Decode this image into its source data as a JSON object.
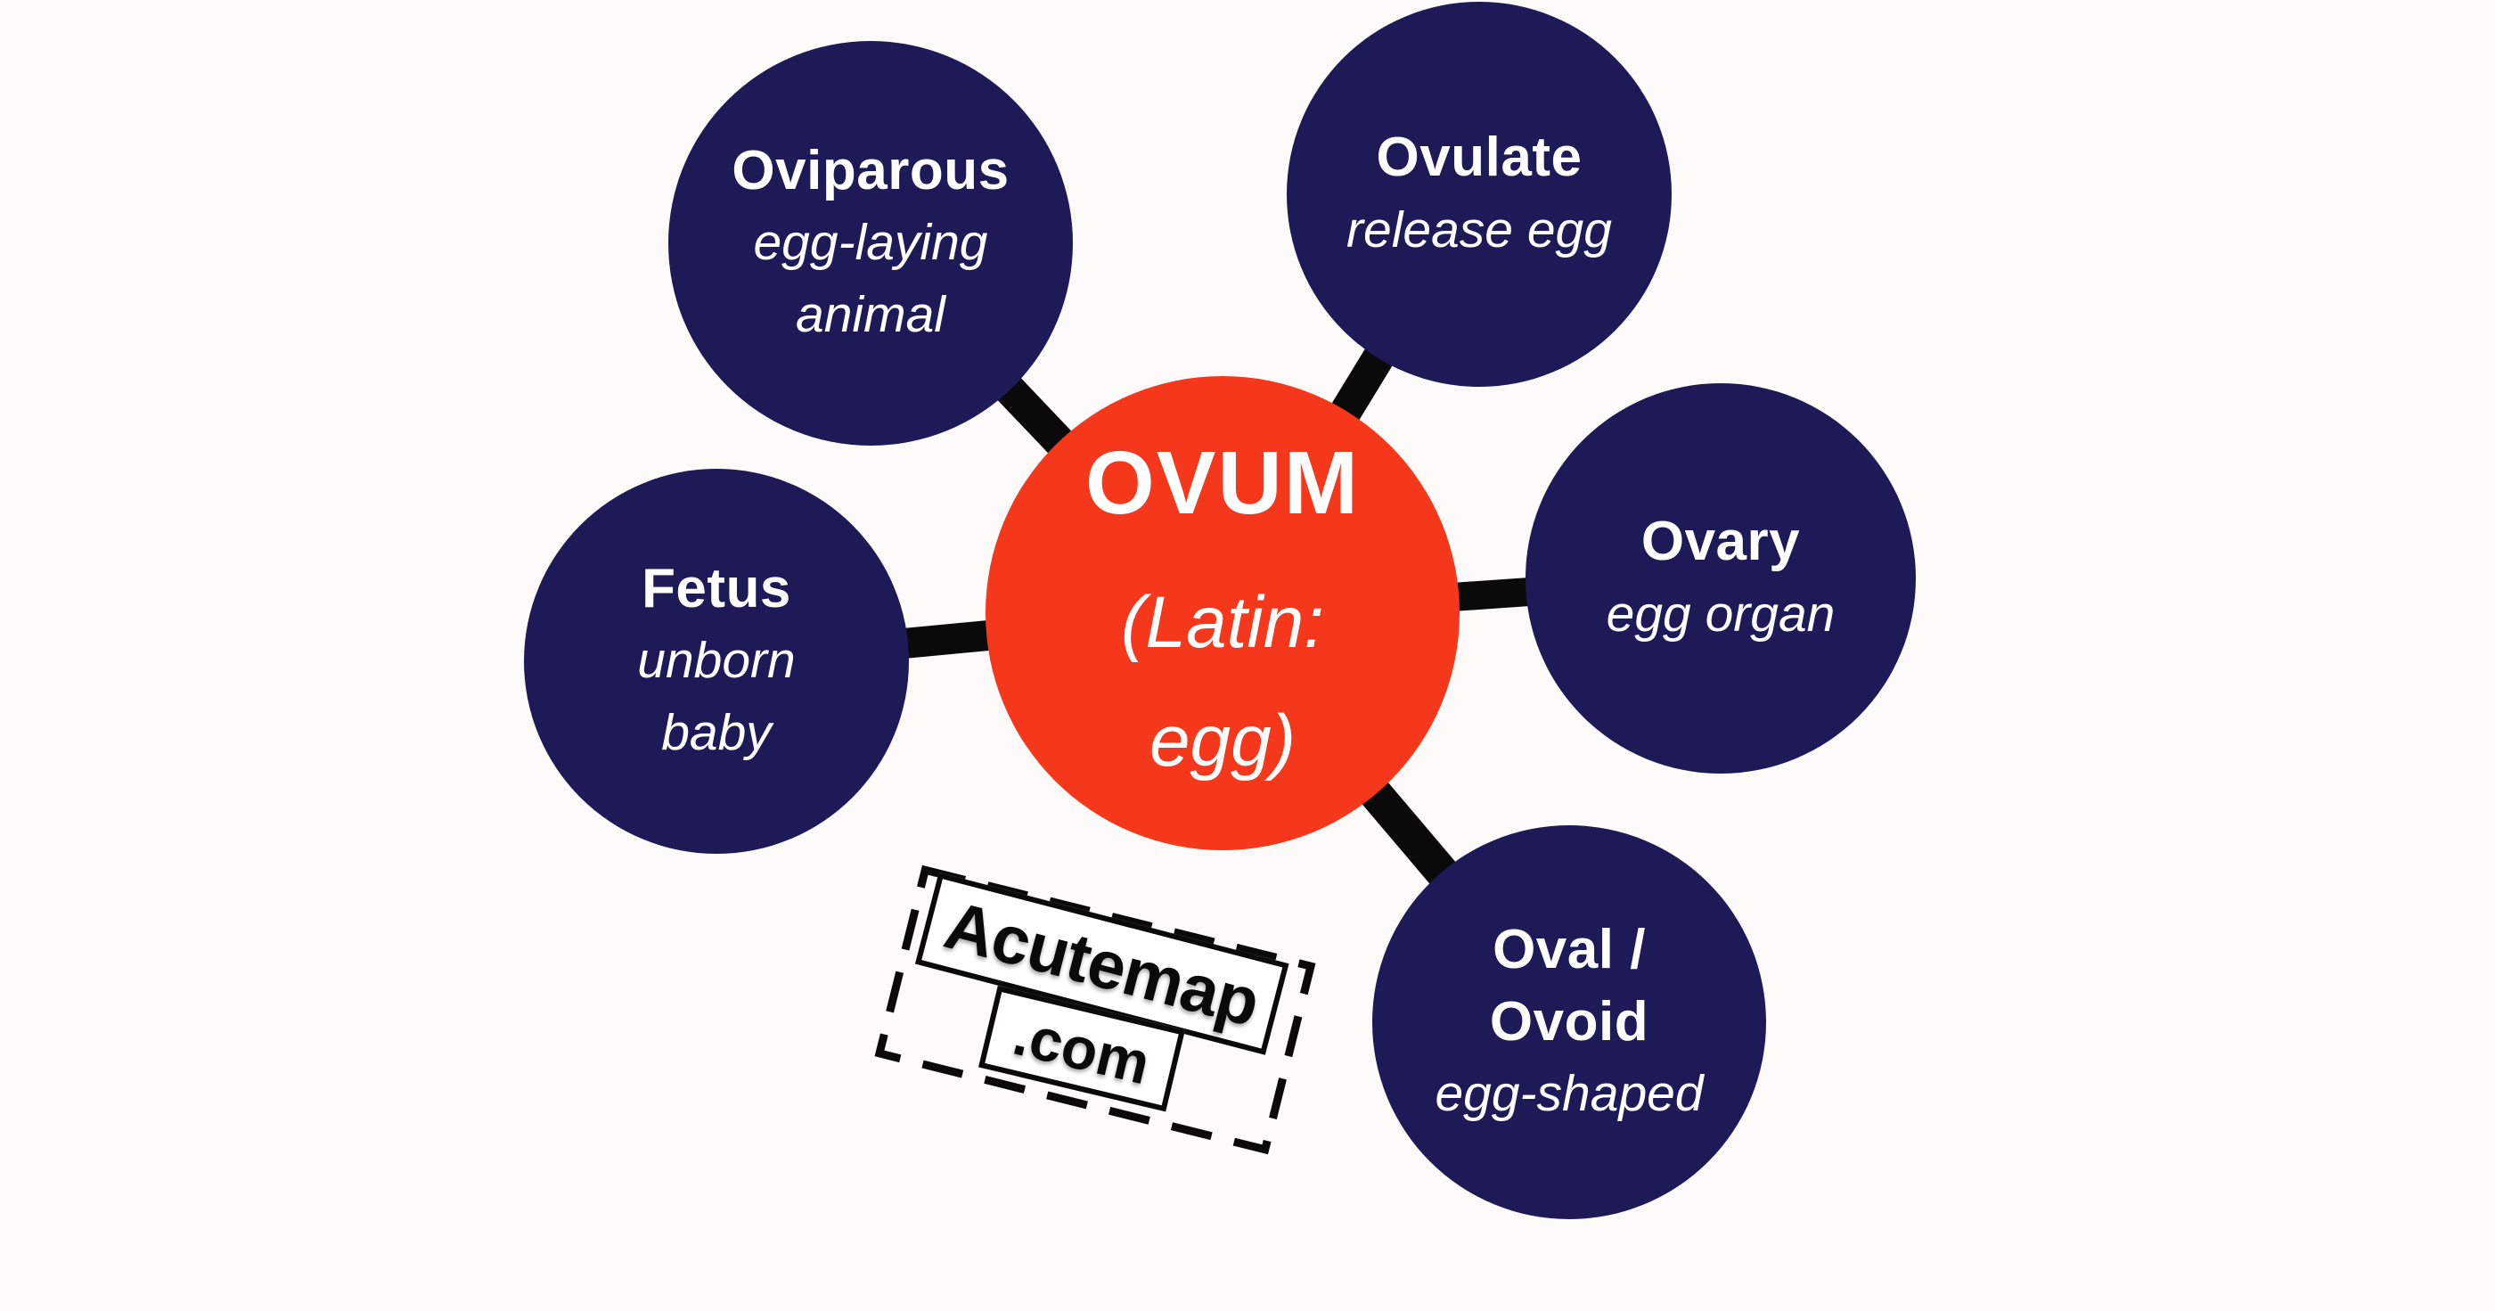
{
  "center_node": {
    "term": "OVUM",
    "def_line1": "(Latin:",
    "def_line2": "egg)"
  },
  "nodes": {
    "oviparous": {
      "term": "Oviparous",
      "def_line1": "egg-laying",
      "def_line2": "animal"
    },
    "ovulate": {
      "term": "Ovulate",
      "def_line1": "release egg"
    },
    "ovary": {
      "term": "Ovary",
      "def_line1": "egg organ"
    },
    "oval_ovoid": {
      "term_line1": "Oval /",
      "term_line2": "Ovoid",
      "def_line1": "egg-shaped"
    },
    "fetus": {
      "term": "Fetus",
      "def_line1": "unborn",
      "def_line2": "baby"
    }
  },
  "watermark": {
    "line1": "Acutemap",
    "line2": ".com"
  },
  "colors": {
    "center": "#F5371B",
    "node": "#1E1A58",
    "connector": "#0A0A0A",
    "stamp": "#0A0A0A",
    "text": "#FFFFFF",
    "background": "#FCFBF9"
  }
}
